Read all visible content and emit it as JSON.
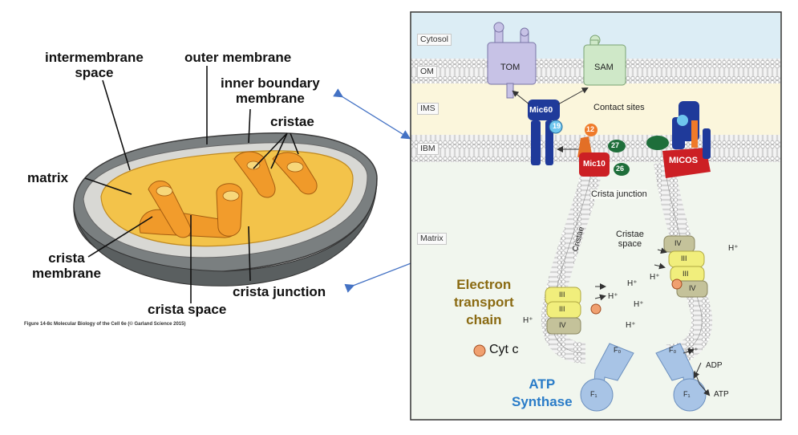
{
  "left_panel": {
    "labels": {
      "intermembrane_space": "intermembrane\nspace",
      "outer_membrane": "outer membrane",
      "inner_boundary_membrane": "inner boundary\nmembrane",
      "cristae": "cristae",
      "matrix": "matrix",
      "crista_membrane": "crista\nmembrane",
      "crista_junction": "crista junction",
      "crista_space": "crista space"
    },
    "caption": "Figure 14-8c Molecular Biology of the Cell 6e (© Garland Science 2015)"
  },
  "right_panel": {
    "region_labels": {
      "cytosol": "Cytosol",
      "om": "OM",
      "ims": "IMS",
      "ibm": "IBM",
      "matrix": "Matrix"
    },
    "proteins": {
      "tom": "TOM",
      "sam": "SAM",
      "mic60": "Mic60",
      "mic10": "Mic10",
      "micos": "MICOS",
      "n19": "19",
      "n12": "12",
      "n27": "27",
      "n26": "26",
      "complex_iii": "III",
      "complex_iv": "IV",
      "fo": "F₀",
      "f1": "F₁"
    },
    "annotations": {
      "contact_sites": "Contact sites",
      "crista_junction": "Crista junction",
      "cristae": "Cristae",
      "cristae_space": "Cristae\nspace",
      "h_plus": "H⁺",
      "adp": "ADP",
      "atp": "ATP"
    },
    "legend": {
      "electron_transport_chain": "Electron\ntransport\nchain",
      "cyt_c": "Cyt c",
      "atp_synthase": "ATP\nSynthase"
    }
  },
  "colors": {
    "cytosol_band": "#dcedf5",
    "membrane_band": "#eeeeee",
    "ims_band": "#fbf6dc",
    "matrix_bg": "#f1f6ee",
    "tom_sam": "#c7c2e6",
    "sam": "#cfe8c8",
    "mic60_blue": "#1f3a9a",
    "mic10_red": "#cc1f24",
    "green": "#1e6e3a",
    "complex_yellow": "#f1ee7c",
    "complex_olive": "#c4c29a",
    "atp_synthase_blue": "#a8c4e6",
    "etc_title": "#8a6a12",
    "atp_title": "#2a7cc8",
    "cyt_c": "#f0a070",
    "arrow_blue": "#4472c4"
  }
}
